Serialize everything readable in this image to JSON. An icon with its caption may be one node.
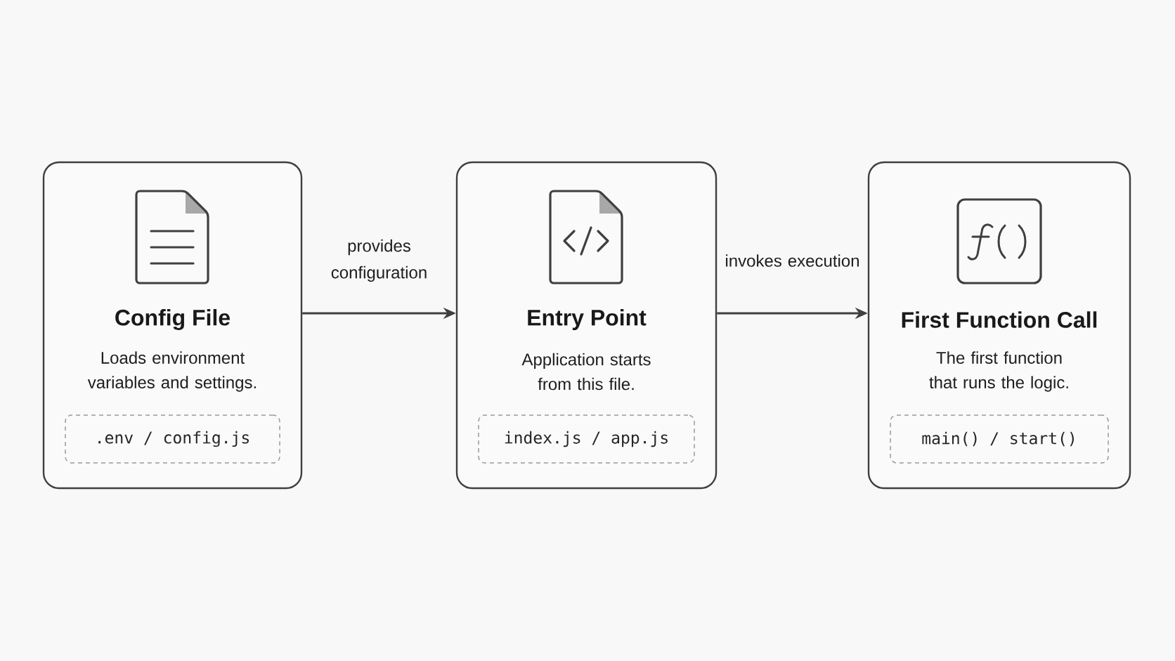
{
  "diagram": {
    "nodes": [
      {
        "text": [
          "Config File",
          "Loads environment variables and settings."
        ]
      },
      {
        "text": [
          ".env / config.js"
        ],
        "in": 0
      },
      {
        "text": [
          "Entry Point",
          "Application starts from this file."
        ]
      },
      {
        "text": [
          "index.js / app.js"
        ],
        "in": 2
      },
      {
        "text": [
          "First Function Call",
          "The first function that runs the logic."
        ]
      },
      {
        "text": [
          "main() / start()"
        ],
        "in": 4
      }
    ],
    "edges": [
      {
        "from": 0,
        "to": 2,
        "arrow": "to",
        "label": "provides configuration"
      },
      {
        "from": 2,
        "to": 4,
        "arrow": "to",
        "label": "invokes execution"
      }
    ]
  }
}
